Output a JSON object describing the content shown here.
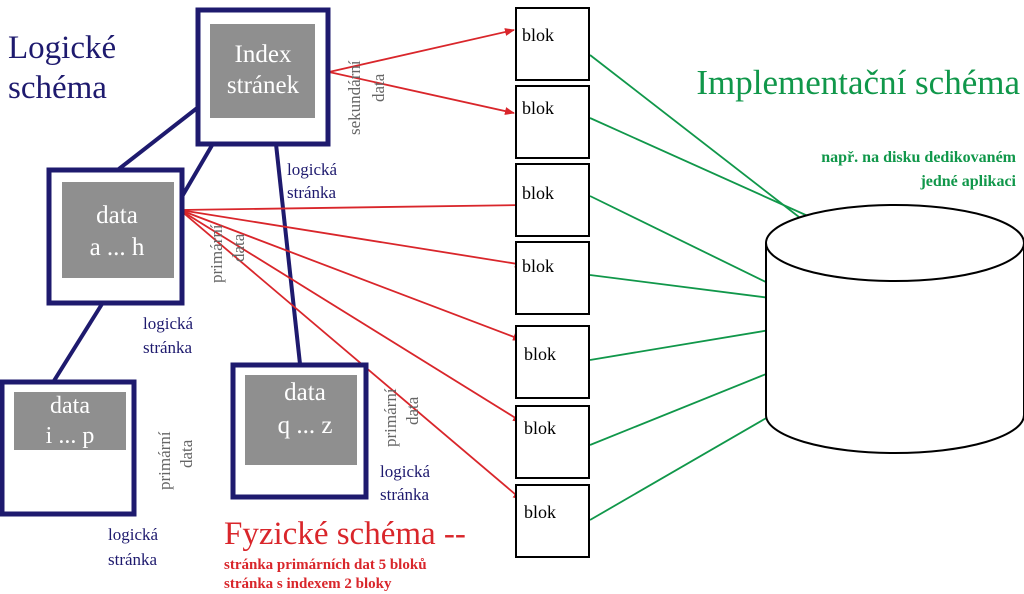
{
  "colors": {
    "navy": "#1e1a6e",
    "red": "#d9262b",
    "green": "#10974a",
    "gray": "#8f8f8f",
    "textgray": "#666666"
  },
  "logical": {
    "title_line1": "Logické",
    "title_line2": "schéma"
  },
  "index_page": {
    "line1": "Index",
    "line2": "stránek",
    "secondary_line1": "sekundární",
    "secondary_line2": "data"
  },
  "page_ah": {
    "line1": "data",
    "line2": "a ... h",
    "primary_line1": "primární",
    "primary_line2": "data",
    "caption_line1": "logická",
    "caption_line2": "stránka"
  },
  "page_ip": {
    "line1": "data",
    "line2": "i ... p",
    "primary_line1": "primární",
    "primary_line2": "data",
    "caption_line1": "logická",
    "caption_line2": "stránka"
  },
  "page_qz": {
    "line1": "data",
    "line2": "q ... z",
    "primary_line1": "primární",
    "primary_line2": "data",
    "caption_line1": "logická",
    "caption_line2": "stránka"
  },
  "index_link": {
    "caption_line1": "logická",
    "caption_line2": "stránka"
  },
  "blocks": [
    "blok",
    "blok",
    "blok",
    "blok",
    "blok",
    "blok",
    "blok"
  ],
  "physical": {
    "title": "Fyzické schéma --",
    "note_line1": "stránka primárních dat 5 bloků",
    "note_line2": "stránka s indexem 2 bloky"
  },
  "implementation": {
    "title": "Implementační schéma",
    "note_line1": "např. na disku dedikovaném",
    "note_line2": "jedné aplikaci"
  }
}
